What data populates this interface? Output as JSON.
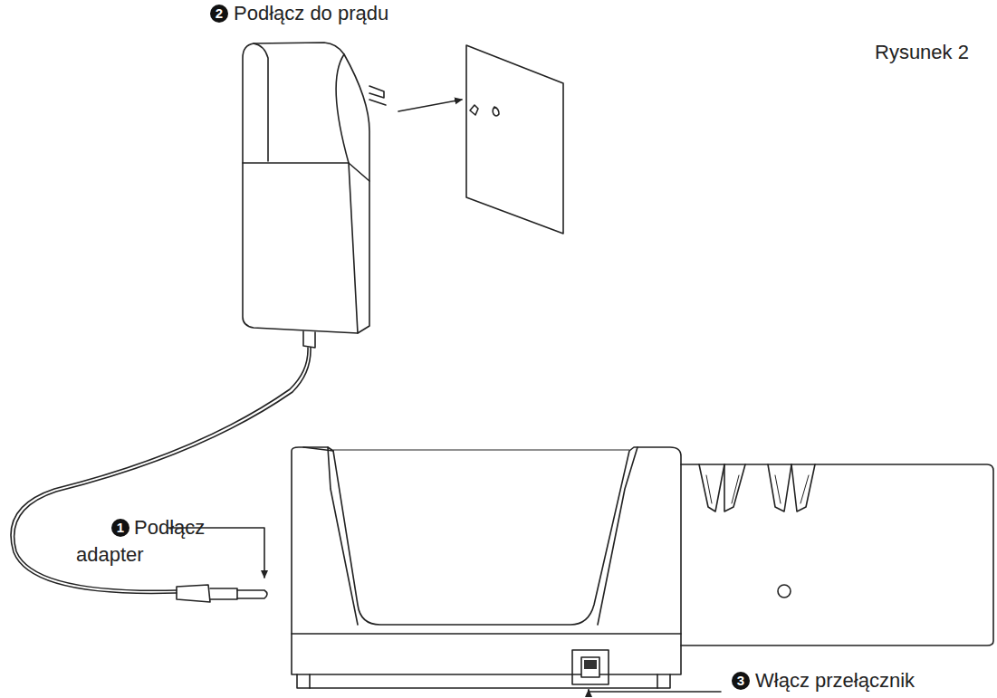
{
  "diagram": {
    "labels": [
      "2",
      "Podłącz do prądu",
      "Rysunek 2",
      "1",
      "Podłącz",
      "adapter",
      "3",
      "Włącz przełącznik"
    ]
  }
}
